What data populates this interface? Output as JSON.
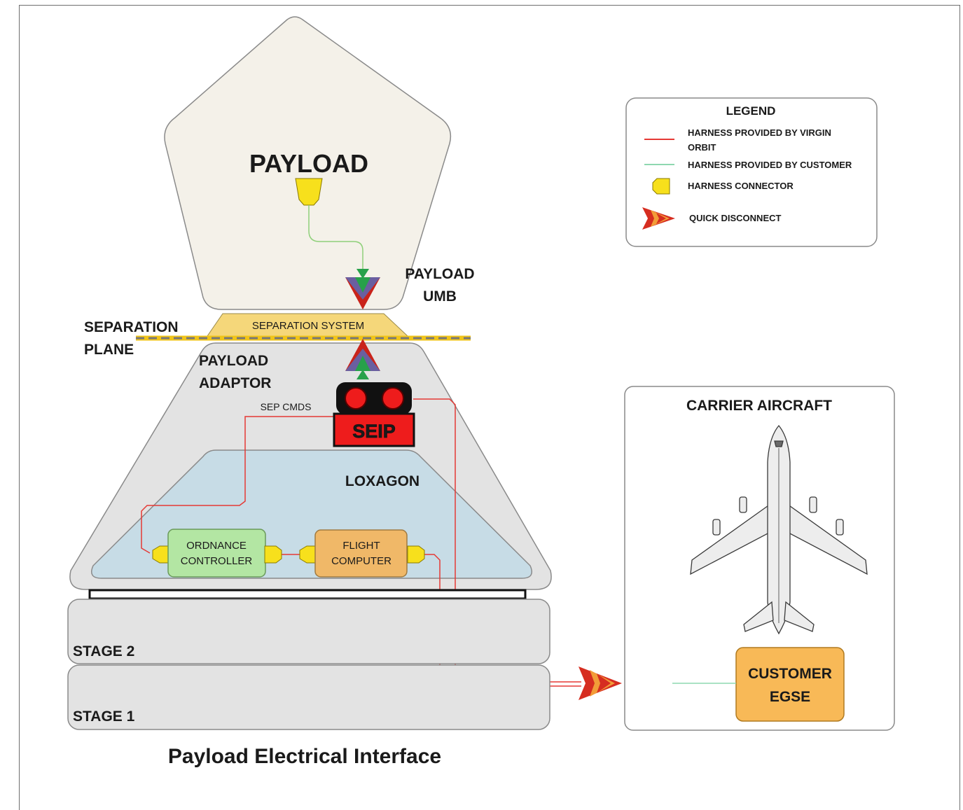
{
  "payload": {
    "label": "PAYLOAD"
  },
  "payload_umb": {
    "line1": "PAYLOAD",
    "line2": "UMB"
  },
  "separation_plane": {
    "line1": "SEPARATION",
    "line2": "PLANE"
  },
  "separation_system": {
    "label": "SEPARATION SYSTEM"
  },
  "payload_adaptor": {
    "line1": "PAYLOAD",
    "line2": "ADAPTOR"
  },
  "sep_cmds": {
    "label": "SEP CMDS"
  },
  "seip": {
    "label": "SEIP"
  },
  "loxagon": {
    "label": "LOXAGON"
  },
  "ordnance_controller": {
    "line1": "ORDNANCE",
    "line2": "CONTROLLER"
  },
  "flight_computer": {
    "line1": "FLIGHT",
    "line2": "COMPUTER"
  },
  "stage2": {
    "label": "STAGE 2"
  },
  "stage1": {
    "label": "STAGE 1"
  },
  "carrier_aircraft": {
    "label": "CARRIER AIRCRAFT"
  },
  "customer_egse": {
    "line1": "CUSTOMER",
    "line2": "EGSE"
  },
  "caption": {
    "label": "Payload Electrical Interface"
  },
  "legend": {
    "title": "LEGEND",
    "items": [
      {
        "line1": "HARNESS PROVIDED BY VIRGIN",
        "line2": "ORBIT",
        "swatch": "red-line",
        "color": "#e53935"
      },
      {
        "line1": "HARNESS PROVIDED BY CUSTOMER",
        "swatch": "green-line",
        "color": "#8ed8b0"
      },
      {
        "line1": "HARNESS CONNECTOR",
        "swatch": "connector-icon",
        "color": "#f7e01c"
      },
      {
        "line1": "QUICK DISCONNECT",
        "swatch": "quick-disconnect-icon",
        "color": "#d62d20"
      }
    ]
  },
  "colors": {
    "payload_fill": "#f4f1e9",
    "adaptor_fill": "#e3e3e3",
    "loxagon_fill": "#c7dce6",
    "separation_fill": "#f5d77a",
    "seip_red": "#ee1c1c",
    "ordnance_green": "#b3e6a3",
    "flight_orange": "#f0b868",
    "egse_orange": "#f8b957",
    "harness_red": "#e53935",
    "harness_green": "#8fd07a"
  }
}
